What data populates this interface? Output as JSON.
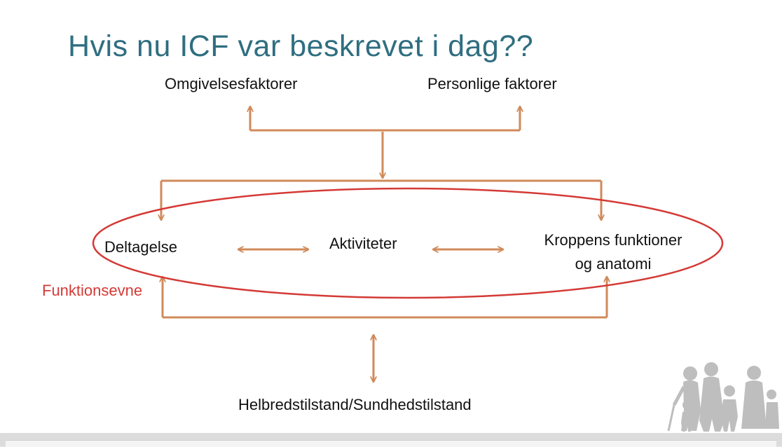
{
  "slide": {
    "title": "Hvis nu ICF var beskrevet i dag??",
    "labels": {
      "environmental": "Omgivelsesfaktorer",
      "personal": "Personlige faktorer",
      "participation": "Deltagelse",
      "activities": "Aktiviteter",
      "body_functions_line1": "Kroppens funktioner",
      "body_functions_line2": "og anatomi",
      "functioning": "Funktionsevne",
      "health_condition": "Helbredstilstand/Sundhedstilstand"
    },
    "colors": {
      "title": "#2f6e80",
      "arrow": "#d08a5a",
      "ellipse": "#d43a36",
      "functioning_label": "#d43a36",
      "silhouettes": "#b8b8b8"
    },
    "decor_icon": "family-silhouette-icon"
  }
}
